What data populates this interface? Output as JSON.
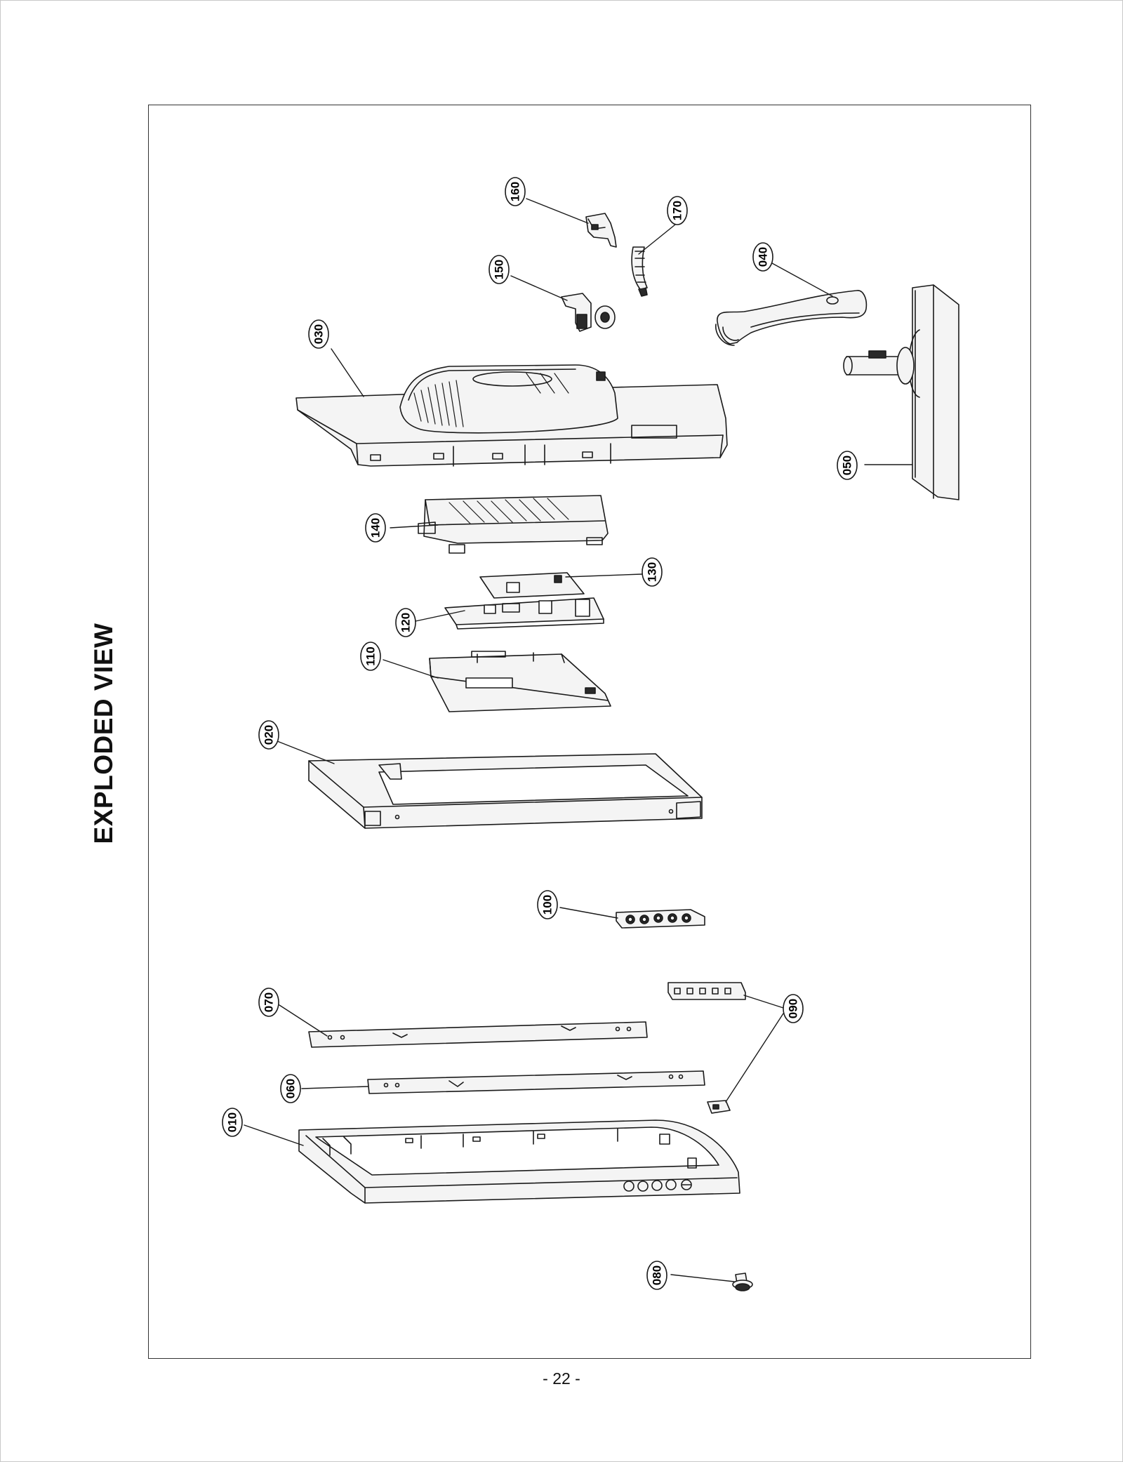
{
  "page": {
    "side_title": "EXPLODED VIEW",
    "page_number": "- 22 -"
  },
  "callouts": [
    {
      "id": "160",
      "name": "callout-160"
    },
    {
      "id": "170",
      "name": "callout-170"
    },
    {
      "id": "150",
      "name": "callout-150"
    },
    {
      "id": "040",
      "name": "callout-040"
    },
    {
      "id": "030",
      "name": "callout-030"
    },
    {
      "id": "050",
      "name": "callout-050"
    },
    {
      "id": "140",
      "name": "callout-140"
    },
    {
      "id": "130",
      "name": "callout-130"
    },
    {
      "id": "120",
      "name": "callout-120"
    },
    {
      "id": "110",
      "name": "callout-110"
    },
    {
      "id": "020",
      "name": "callout-020"
    },
    {
      "id": "100",
      "name": "callout-100"
    },
    {
      "id": "070",
      "name": "callout-070"
    },
    {
      "id": "090",
      "name": "callout-090"
    },
    {
      "id": "060",
      "name": "callout-060"
    },
    {
      "id": "010",
      "name": "callout-010"
    },
    {
      "id": "080",
      "name": "callout-080"
    }
  ],
  "colors": {
    "line": "#1a1a1a",
    "part_fill": "#f4f4f4",
    "dark_fill": "#2a2a2a"
  }
}
